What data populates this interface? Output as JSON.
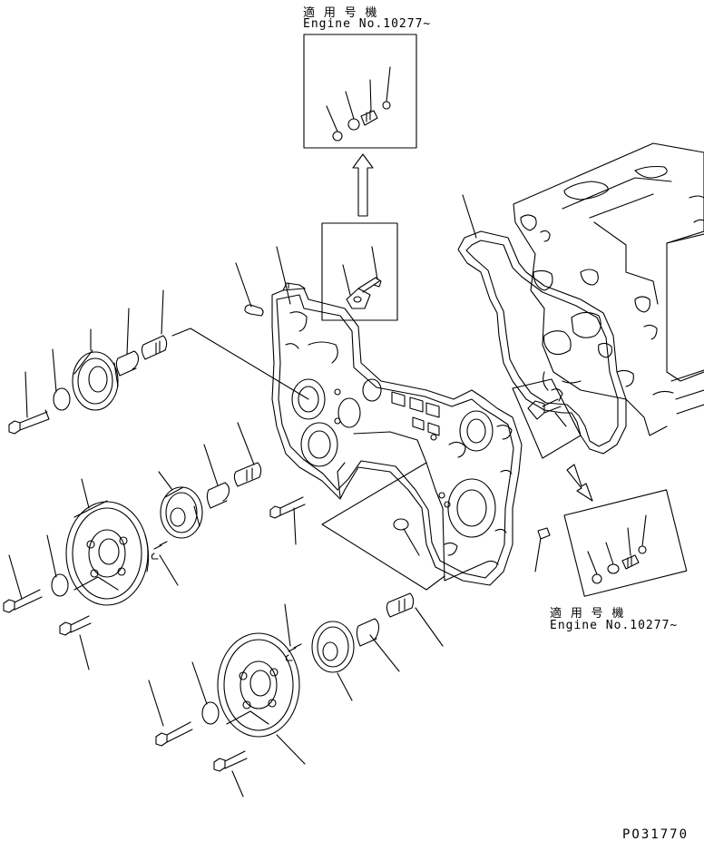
{
  "callouts": {
    "top": {
      "jp": "適 用 号 機",
      "engine": "Engine No.10277~"
    },
    "right": {
      "jp": "適 用 号 機",
      "engine": "Engine No.10277~"
    }
  },
  "figure_code": "PO31770"
}
